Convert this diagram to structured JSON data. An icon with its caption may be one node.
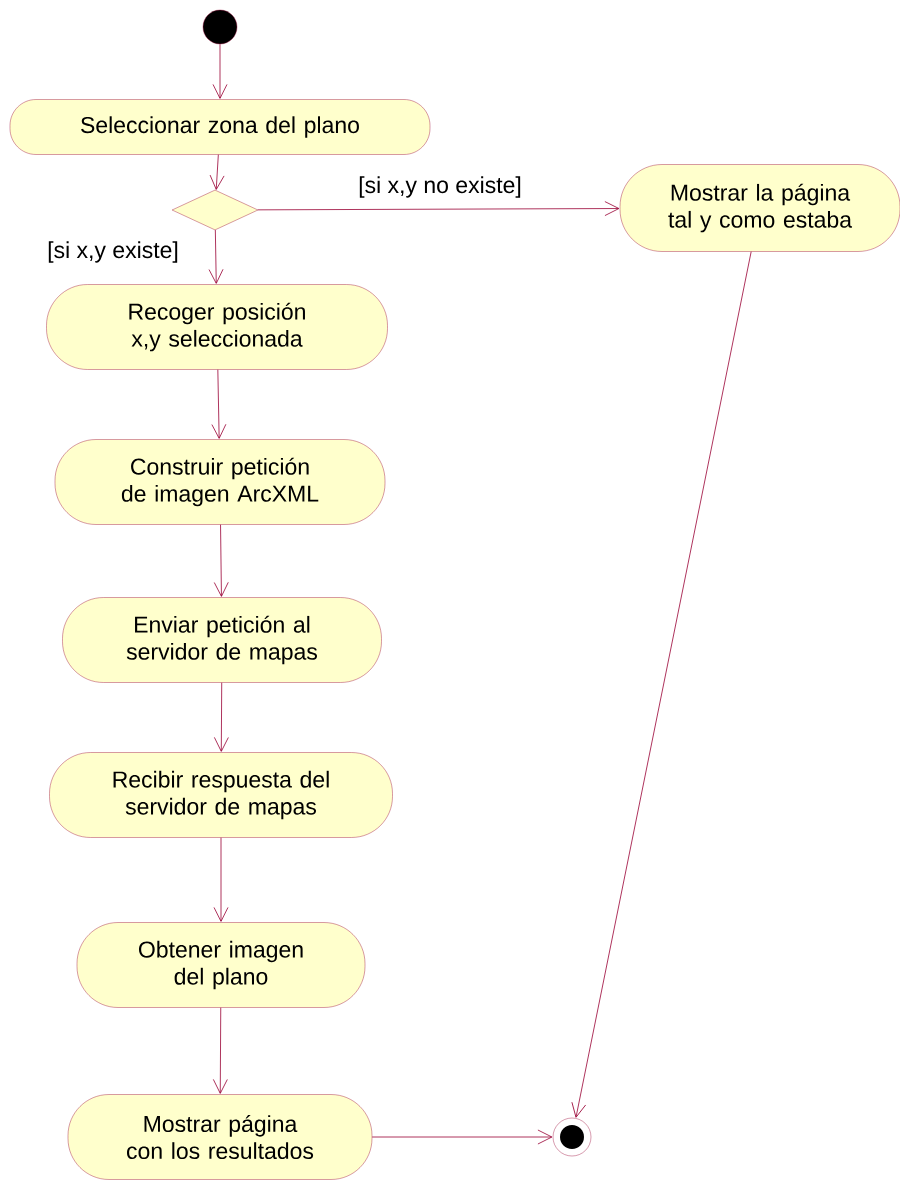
{
  "diagram": {
    "nodes": [
      {
        "text": [],
        "shape": "circle"
      },
      {
        "text": [
          "Seleccionar zona del plano"
        ]
      },
      {
        "text": [],
        "shape": "diamond"
      },
      {
        "text": [
          "Mostrar la página tal y como estaba"
        ]
      },
      {
        "text": [
          "Recoger posición x,y seleccionada"
        ]
      },
      {
        "text": [
          "Construir petición de imagen ArcXML"
        ]
      },
      {
        "text": [
          "Enviar petición al servidor de mapas"
        ]
      },
      {
        "text": [
          "Recibir respuesta del servidor de mapas"
        ]
      },
      {
        "text": [
          "Obtener imagen del plano"
        ]
      },
      {
        "text": [
          "Mostrar página con los resultados"
        ]
      },
      {
        "text": [],
        "shape": "bullseye"
      }
    ],
    "edges": [
      {
        "from": 0,
        "to": 1,
        "arrow": "to"
      },
      {
        "from": 1,
        "to": 2,
        "arrow": "to"
      },
      {
        "from": 2,
        "to": 3,
        "arrow": "to",
        "label": "[si x,y no existe]"
      },
      {
        "from": 2,
        "to": 4,
        "arrow": "to",
        "label": "[si x,y existe]"
      },
      {
        "from": 4,
        "to": 5,
        "arrow": "to"
      },
      {
        "from": 5,
        "to": 6,
        "arrow": "to"
      },
      {
        "from": 6,
        "to": 7,
        "arrow": "to"
      },
      {
        "from": 7,
        "to": 8,
        "arrow": "to"
      },
      {
        "from": 8,
        "to": 9,
        "arrow": "to"
      },
      {
        "from": 9,
        "to": 10,
        "arrow": "to"
      },
      {
        "from": 3,
        "to": 10,
        "arrow": "to"
      }
    ]
  }
}
